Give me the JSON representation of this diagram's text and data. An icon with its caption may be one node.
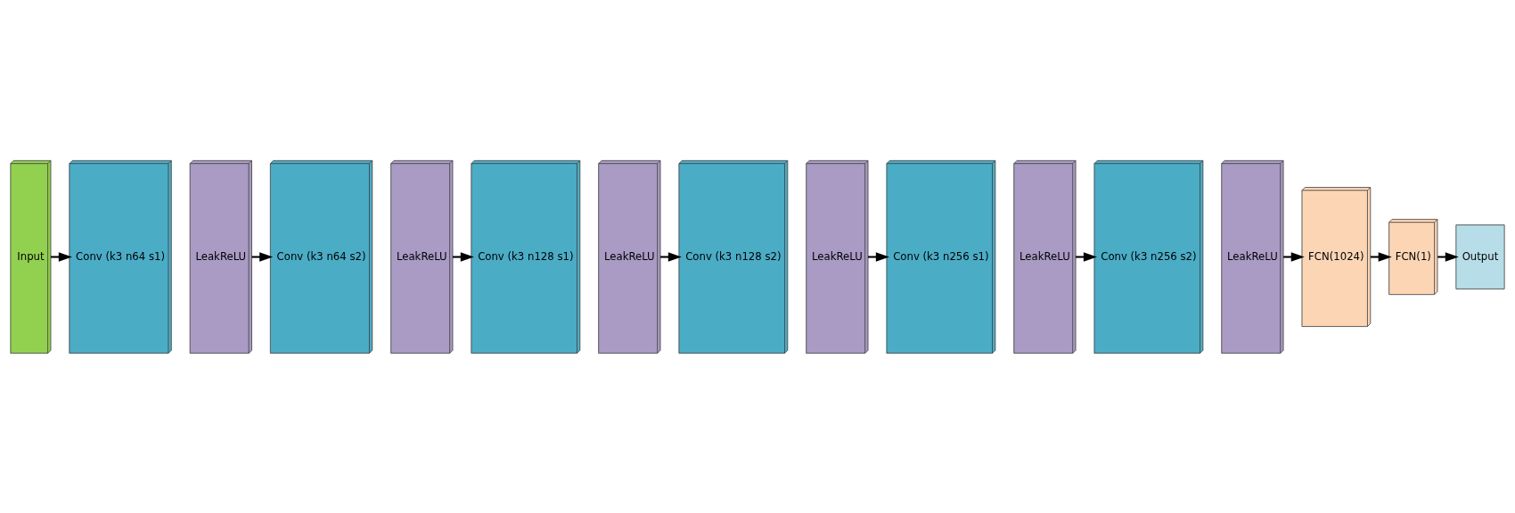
{
  "diagram": {
    "nodes": [
      {
        "text": [
          "Input"
        ]
      },
      {
        "text": [
          "Conv (k3 n64 s1)"
        ]
      },
      {
        "text": [
          "LeakReLU"
        ]
      },
      {
        "text": [
          "Conv (k3 n64 s2)"
        ]
      },
      {
        "text": [
          "LeakReLU"
        ]
      },
      {
        "text": [
          "Conv (k3 n128 s1)"
        ]
      },
      {
        "text": [
          "LeakReLU"
        ]
      },
      {
        "text": [
          "Conv (k3 n128 s2)"
        ]
      },
      {
        "text": [
          "LeakReLU"
        ]
      },
      {
        "text": [
          "Conv (k3 n256 s1)"
        ]
      },
      {
        "text": [
          "LeakReLU"
        ]
      },
      {
        "text": [
          "Conv (k3 n256 s2)"
        ]
      },
      {
        "text": [
          "LeakReLU"
        ]
      },
      {
        "text": [
          "FCN(1024)"
        ]
      },
      {
        "text": [
          "FCN(1)"
        ]
      },
      {
        "text": [
          "Output"
        ]
      }
    ],
    "edges": [
      {
        "from": 0,
        "to": 1,
        "arrow": "to"
      },
      {
        "from": 2,
        "to": 3,
        "arrow": "to"
      },
      {
        "from": 4,
        "to": 5,
        "arrow": "to"
      },
      {
        "from": 6,
        "to": 7,
        "arrow": "to"
      },
      {
        "from": 8,
        "to": 9,
        "arrow": "to"
      },
      {
        "from": 10,
        "to": 11,
        "arrow": "to"
      },
      {
        "from": 12,
        "to": 13,
        "arrow": "to"
      },
      {
        "from": 13,
        "to": 14,
        "arrow": "to"
      },
      {
        "from": 14,
        "to": 15,
        "arrow": "to"
      }
    ]
  }
}
